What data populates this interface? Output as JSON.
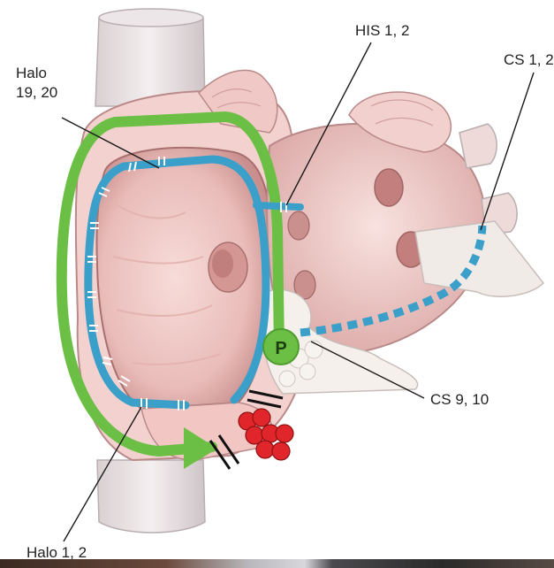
{
  "labels": {
    "halo_19_20": "Halo\n19, 20",
    "his_1_2": "HIS 1, 2",
    "cs_1_2": "CS 1, 2",
    "cs_9_10": "CS 9, 10",
    "halo_1_2": "Halo 1, 2",
    "pacing_site": "P"
  },
  "colors": {
    "activation_arrow": "#6cbf45",
    "catheter": "#3a9fc9",
    "ablation_lesions": "#e0262a",
    "tissue": "#f3d1cf",
    "tissue_shadow": "#d9a3a2"
  },
  "icons": {
    "pacing_marker": "circle-with-letter",
    "ablation_lesion": "red-dot-cluster",
    "conduction_block": "double-line"
  }
}
